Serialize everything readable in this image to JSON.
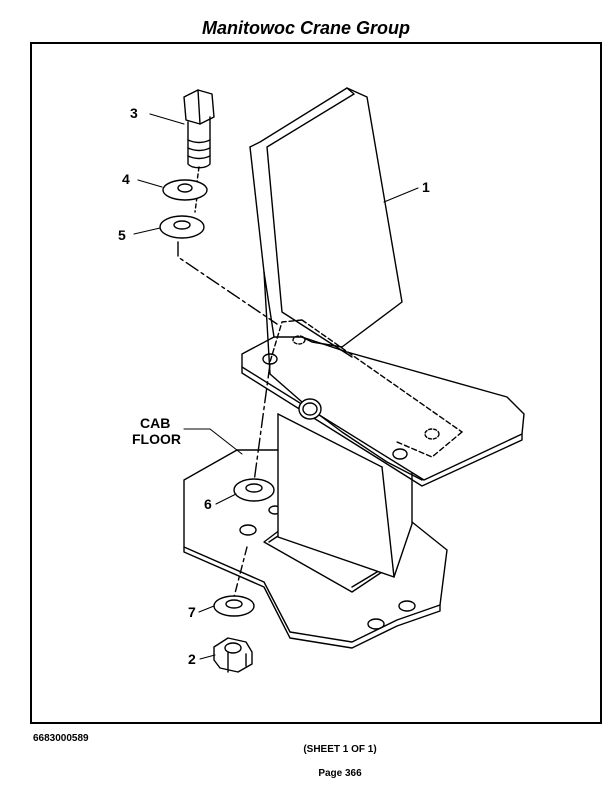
{
  "header": {
    "title": "Manitowoc Crane Group"
  },
  "diagram": {
    "callouts": [
      "1",
      "2",
      "3",
      "4",
      "5",
      "6",
      "7"
    ],
    "cab_floor_label_line1": "CAB",
    "cab_floor_label_line2": "FLOOR"
  },
  "footer": {
    "document_number": "6683000589",
    "sheet": "(SHEET 1 OF 1)",
    "page": "Page 366"
  }
}
